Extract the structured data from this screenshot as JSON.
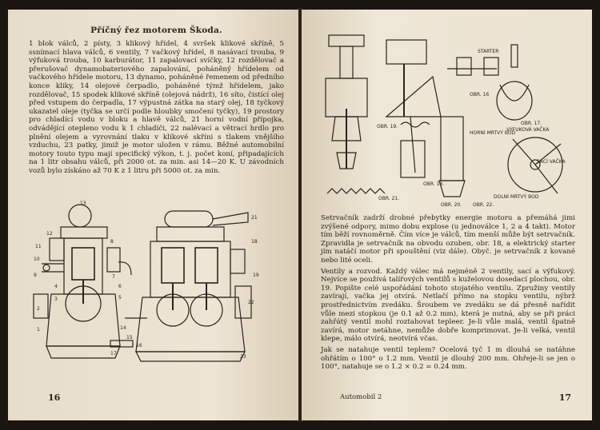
{
  "left_page": {
    "title": "Příčný řez motorem Škoda.",
    "paragraph": "1 blok válců, 2 písty, 3 klikový hřídel, 4 svršek klikové skříně, 5 ssnímací hlava válců, 6 ventily, 7 vačkový hřídel, 8 nasávací trouba, 9 výfuková trouba, 10 karburátor, 11 zapalovací svíčky, 12 rozdělovač a přerušovač dynamobateriového zapalování, poháněný hřídelem od vačkového hřídele motoru, 13 dynamo, poháněné řemenem od předního konce kliky, 14 olejové čerpadlo, poháněné týmž hřídelem, jako rozdělovač, 15 spodek klikové skříně (olejová nádrž), 16 síto, čistící olej před vstupem do čerpadla, 17 výpustná zátka na starý olej, 18 tyčkový ukazatel oleje (tyčka se určí podle hloubky smočení tyčky), 19 prostory pro chladící vodu v bloku a hlavě válců, 21 horní vodní přípojka, odvádějící otepleno vodu k 1 chladiči, 22 nalévací a větrací hrdlo pro plnění olejem a vyrovnání tlaku v klikové skříni s tlakem vnějšího vzduchu, 23 patky, jimiž je motor uložen v rámu. Běžné automobilní motory touto typu mají specifický výkon, t. j. počet koní, připadajících na 1 litr obsahu válců, při 2000 ot. za min. asi 14—20 K. U závodních vozů bylo získáno až 70 K z 1 litru při 5000 ot. za min.",
    "page_number": "16",
    "figure_labels": [
      "13",
      "12",
      "11",
      "10",
      "9",
      "8",
      "7",
      "6",
      "5",
      "4",
      "3",
      "2",
      "1",
      "14",
      "15",
      "16",
      "17",
      "18",
      "19",
      "21",
      "22",
      "23"
    ]
  },
  "right_page": {
    "figure_labels": {
      "fig18_title": "OBR. 18.",
      "fig19_title": "OBR. 19.",
      "fig16_title": "OBR. 16",
      "fig17_title": "OBR. 17.",
      "fig20_title": "OBR. 20.",
      "fig21_title": "OBR. 21.",
      "fig22_title": "OBR. 22.",
      "starter": "STARTER",
      "horni_mrtvy_bod": "HORNÍ MRTVÝ BOD",
      "vyfukova_vacka": "VÝFUKOVÁ VAČKA",
      "sacci_vacka": "SACÍ VAČKA",
      "dolni_mrtvy_bod": "DOLNÍ MRTVÝ BOD"
    },
    "para1": "Setrvačník zadrží drobné přebytky energie motoru a přemáhá jimi zvýšené odpory, mimo dobu explose (u jednoválce 1, 2 a 4 takt). Motor tím běží rovnoměrně. Čím více je válců, tím menší může být setrvačník. Zpravidla je setrvačník na obvodu ozuben, obr. 18, a elektrický starter jím natáčí motor při spouštění (viz dále). Obyč. je setrvačník z kované nebo lité oceli.",
    "para2": "Ventily a rozvod. Každý válec má nejméně 2 ventily, sací a výfukový. Nejvíce se používá talířových ventilů s kuželovou dosedací plochou, obr. 19. Popište celé uspořádání tohoto stojatého ventilu. Zpružiny ventily zavírají, vačka jej otvírá. Netlačí přímo na stopku ventilu, nýbrž prostřednictvím zvedáku. Šroubem ve zvedáku se dá přesně nařídit vůle mezi stopkou (je 0.1 až 0.2 mm), která je nutná, aby se při práci zahřátý ventil mohl roztahovat tepleer. Je-li vůle malá, ventil špatně zavírá, motor netáhne, nemůže dobře komprimovat. Je-li velká, ventil klepe, málo otvírá, neotvírá včas.",
    "para3": "Jak se natahuje ventil teplem? Ocelová tyč 1 m dlouhá se natáhne ohřátím o 100° o 1.2 mm. Ventil je dlouhý 200 mm. Ohřeje-li se jen o 100°, natahuje se o 1.2 × 0.2 = 0.24 mm.",
    "footer": "Automobil 2",
    "page_number": "17"
  }
}
